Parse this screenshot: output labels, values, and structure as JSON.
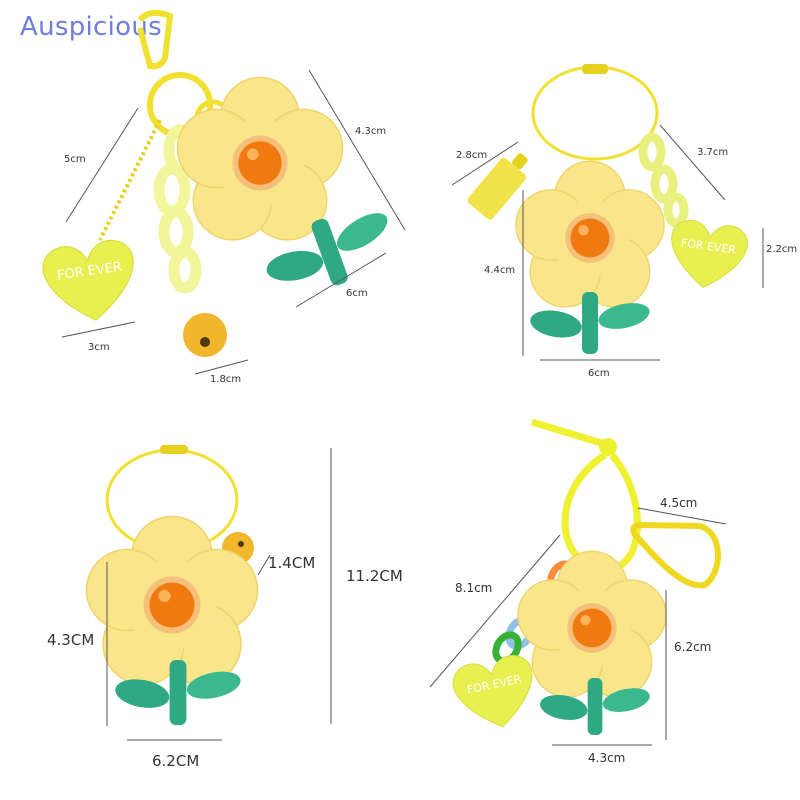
{
  "brand": "Auspicious",
  "charm_text": "FOR EVER",
  "colors": {
    "brand_text": "#6f7ddb",
    "flower_petal": "#f9e58a",
    "flower_center": "#f07a10",
    "stem_green": "#2fa884",
    "ring_yellow": "#f0e030",
    "heart_lime": "#e8ef50"
  },
  "panels": [
    {
      "id": "top-left",
      "dimensions": [
        "5cm",
        "4.3cm",
        "6cm",
        "3cm",
        "1.8cm"
      ]
    },
    {
      "id": "top-right",
      "dimensions": [
        "2.8cm",
        "3.7cm",
        "4.4cm",
        "2.2cm",
        "6cm"
      ]
    },
    {
      "id": "bottom-left",
      "dimensions": [
        "1.4CM",
        "11.2CM",
        "4.3CM",
        "6.2CM"
      ]
    },
    {
      "id": "bottom-right",
      "dimensions": [
        "4.5cm",
        "8.1cm",
        "6.2cm",
        "4.3cm"
      ]
    }
  ]
}
